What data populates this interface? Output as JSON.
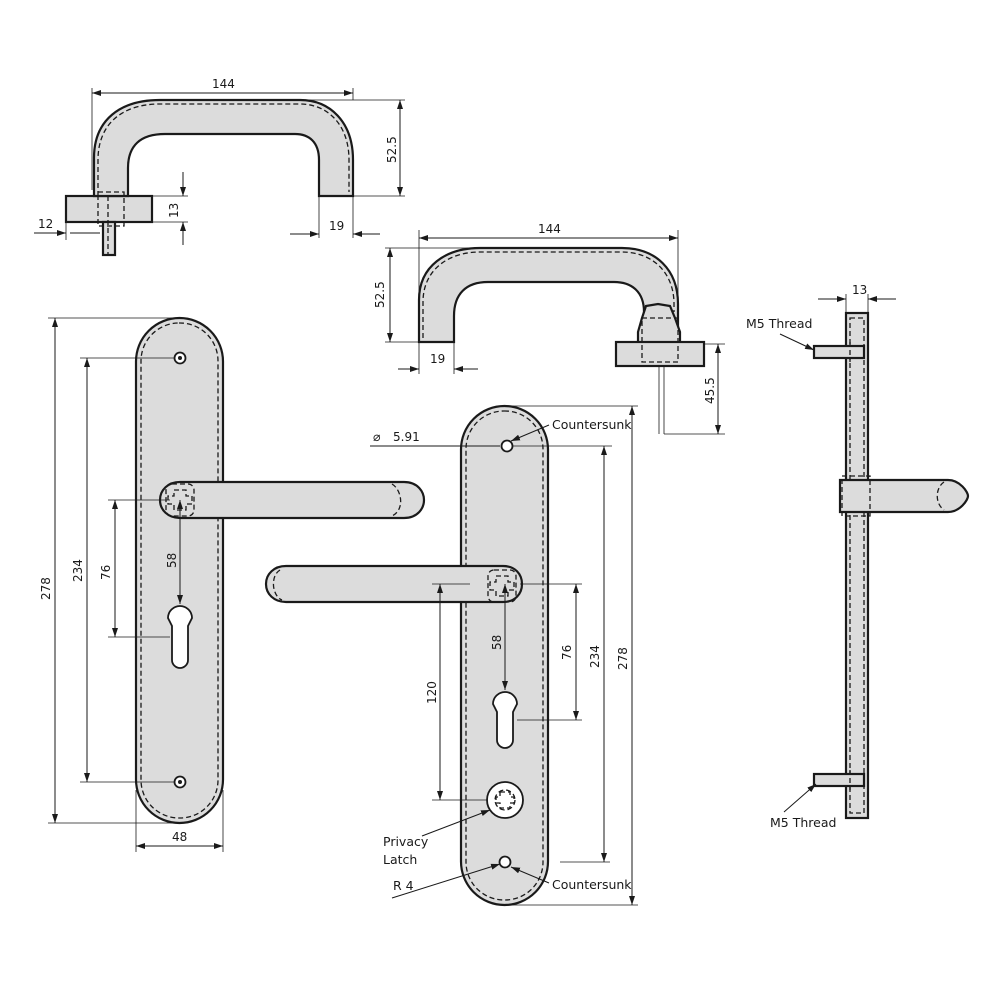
{
  "top_handle": {
    "width": "144",
    "height": "52.5",
    "foot": "19",
    "rose_thick": "13",
    "offset": "12"
  },
  "side_handle": {
    "width": "144",
    "height": "52.5",
    "foot": "19",
    "spindle": "45.5"
  },
  "left_plate": {
    "height": "278",
    "fix_centres": "234",
    "lever_to_cyl": "76",
    "lever_to_key": "58",
    "width": "48"
  },
  "center_plate": {
    "hole_dia": "5.91",
    "countersunk_top": "Countersunk",
    "countersunk_bottom": "Countersunk",
    "height": "278",
    "fix_centres": "234",
    "lever_to_cyl": "76",
    "lever_to_key": "58",
    "lever_to_privacy": "120",
    "privacy_label_1": "Privacy",
    "privacy_label_2": "Latch",
    "radius": "R 4"
  },
  "side_view": {
    "thickness": "13",
    "thread_top": "M5 Thread",
    "thread_bottom": "M5 Thread"
  }
}
